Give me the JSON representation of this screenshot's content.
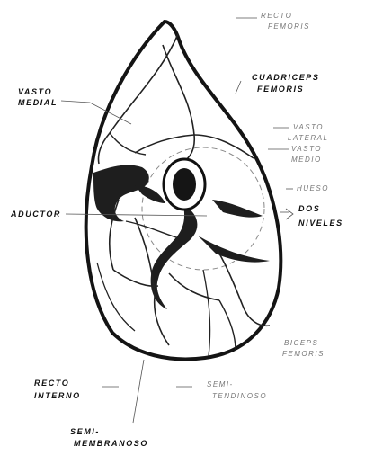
{
  "labels": {
    "recto_femoris": [
      "RECTO",
      "FEMORIS"
    ],
    "cuadriceps_femoris": [
      "CUADRICEPS",
      "FEMORIS"
    ],
    "vasto_medial": [
      "VASTO",
      "MEDIAL"
    ],
    "vasto_lateral": [
      "VASTO",
      "LATERAL"
    ],
    "vasto_medio": [
      "VASTO",
      "MEDIO"
    ],
    "hueso": "HUESO",
    "aductor": "ADUCTOR",
    "dos_niveles": [
      "DOS",
      "NIVELES"
    ],
    "biceps_femoris": [
      "BICEPS",
      "FEMORIS"
    ],
    "recto_interno": [
      "RECTO",
      "INTERNO"
    ],
    "semitendinoso": [
      "SEMI-",
      "TENDINOSO"
    ],
    "semimembranoso": [
      "SEMI-",
      "MEMBRANOSO"
    ]
  }
}
